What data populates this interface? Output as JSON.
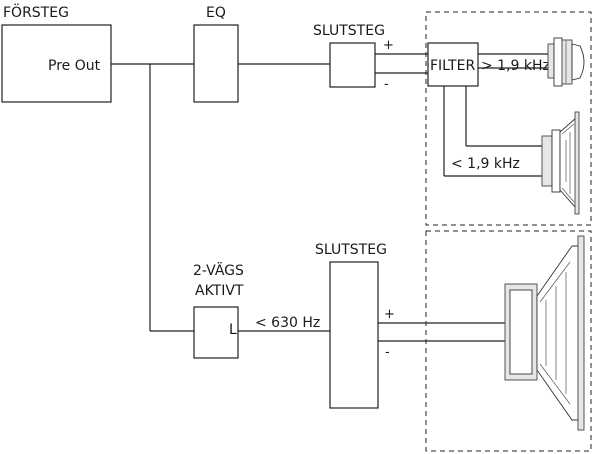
{
  "labels": {
    "forsteg": "FÖRSTEG",
    "pre_out": "Pre Out",
    "eq": "EQ",
    "slutsteg_top": "SLUTSTEG",
    "filter": "FILTER",
    "high_pass": "> 1,9 kHz",
    "low_pass": "< 1,9 kHz",
    "twoway_line1": "2-VÄGS",
    "twoway_line2": "AKTIVT",
    "channel_l": "L",
    "lowpass_630": "< 630 Hz",
    "slutsteg_bottom": "SLUTSTEG",
    "plus_top": "+",
    "minus_top": "-",
    "plus_bottom": "+",
    "minus_bottom": "-"
  },
  "icons": {
    "tweeter": "tweeter-speaker-icon",
    "midrange": "midrange-speaker-icon",
    "woofer": "woofer-speaker-icon"
  },
  "colors": {
    "line": "#222222",
    "background": "#ffffff"
  }
}
